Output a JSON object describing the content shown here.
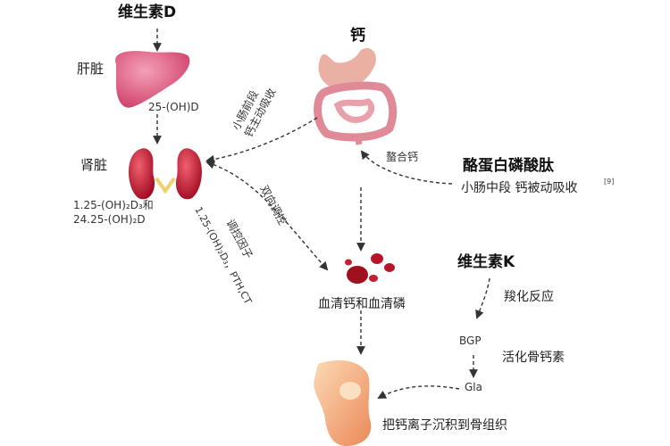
{
  "nodes": {
    "vitamin_d": "维生素D",
    "liver": "肝脏",
    "liver_metabolite": "25-(OH)D",
    "kidney": "肾脏",
    "kidney_metabolite_1": "1.25-(OH)₂D₃和",
    "kidney_metabolite_2": "24.25-(OH)₂D",
    "calcium": "钙",
    "casein_peptide": "酪蛋白磷酸肽",
    "casein_desc": "小肠中段 钙被动吸收",
    "casein_ref": "[9]",
    "serum": "血清钙和血清磷",
    "vitamin_k": "维生素K",
    "bgp": "BGP",
    "gla": "Gla",
    "bone_action": "把钙离子沉积到骨组织"
  },
  "edges": {
    "small_intestine_1": "小肠前段",
    "small_intestine_2": "钙主动吸收",
    "chelate": "螯合钙",
    "bidirectional": "双向调控",
    "regulator": "调控因子",
    "regulator_detail": "1.25-(OH)₂D₃，PTH,CT",
    "carboxylation": "羧化反应",
    "activate": "活化骨钙素"
  },
  "colors": {
    "arrow": "#333333",
    "organ_red": "#c8102e",
    "liver_pink": "#e06c8c",
    "intestine_pink": "#e79aa4",
    "bone_orange": "#f0a060"
  }
}
